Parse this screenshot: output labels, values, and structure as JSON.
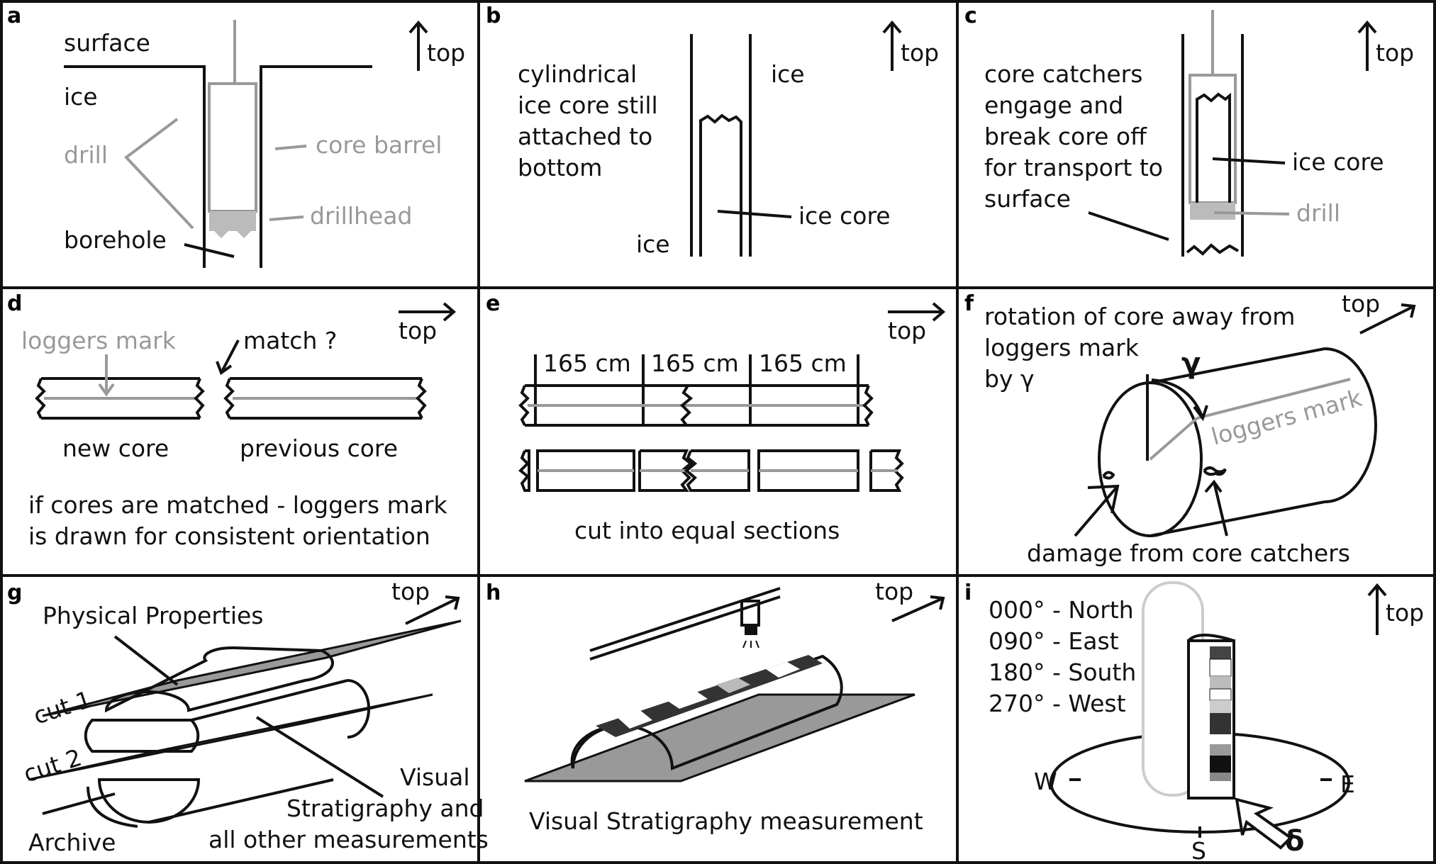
{
  "panels": {
    "a": {
      "letter": "a",
      "surface": "surface",
      "ice": "ice",
      "drill": "drill",
      "core_barrel": "core barrel",
      "drillhead": "drillhead",
      "borehole": "borehole",
      "top": "top"
    },
    "b": {
      "letter": "b",
      "desc": [
        "cylindrical",
        "ice core still",
        "attached to",
        "bottom"
      ],
      "ice_right": "ice",
      "ice_left": "ice",
      "ice_core": "ice core",
      "top": "top"
    },
    "c": {
      "letter": "c",
      "desc": [
        "core catchers",
        "engage and",
        "break core off",
        "for transport to",
        "surface"
      ],
      "ice_core": "ice core",
      "drill": "drill",
      "top": "top"
    },
    "d": {
      "letter": "d",
      "loggers_mark": "loggers mark",
      "match": "match ?",
      "new_core": "new core",
      "previous_core": "previous core",
      "note": [
        "if cores are matched - loggers mark",
        "is drawn for consistent orientation"
      ],
      "top": "top"
    },
    "e": {
      "letter": "e",
      "sections": [
        "165 cm",
        "165 cm",
        "165 cm"
      ],
      "caption": "cut into equal sections",
      "top": "top"
    },
    "f": {
      "letter": "f",
      "desc": [
        "rotation of core away from",
        "loggers mark",
        "by γ"
      ],
      "gamma": "γ",
      "loggers_mark": "loggers mark",
      "damage": "damage from core catchers",
      "top": "top"
    },
    "g": {
      "letter": "g",
      "physical": "Physical Properties",
      "cut1": "cut 1",
      "cut2": "cut 2",
      "visual": [
        "Visual",
        "Stratigraphy and",
        "all other measurements"
      ],
      "archive": "Archive",
      "top": "top"
    },
    "h": {
      "letter": "h",
      "caption": "Visual Stratigraphy measurement",
      "top": "top"
    },
    "i": {
      "letter": "i",
      "directions": [
        "000° - North",
        "090° - East",
        "180° - South",
        "270° - West"
      ],
      "W": "W",
      "E": "E",
      "S": "S",
      "delta": "δ",
      "top": "top"
    }
  }
}
